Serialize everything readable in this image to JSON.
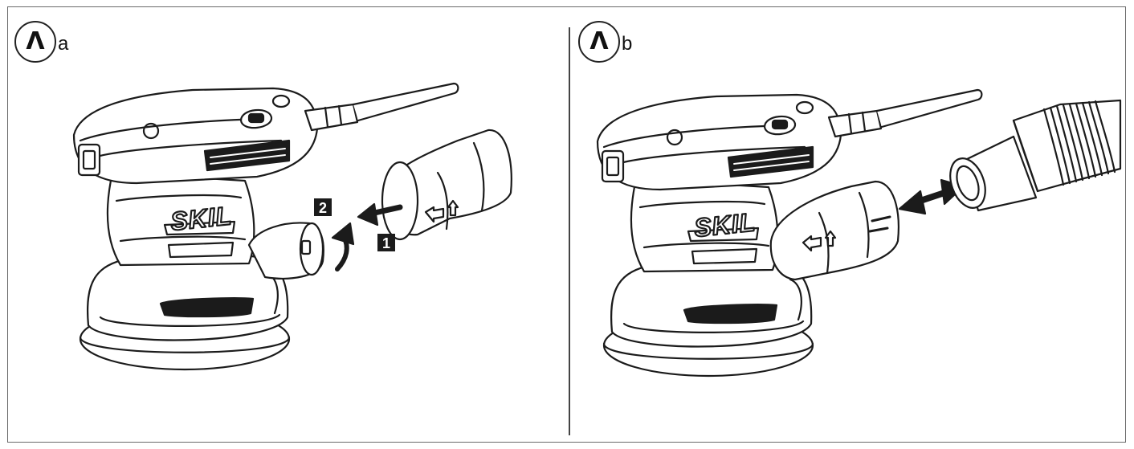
{
  "panels": [
    {
      "id": "a",
      "badge_symbol": "Λ",
      "badge_suffix": "a",
      "brand": "SKIL",
      "steps": [
        "1",
        "2"
      ]
    },
    {
      "id": "b",
      "badge_symbol": "Λ",
      "badge_suffix": "b",
      "brand": "SKIL"
    }
  ],
  "colors": {
    "line": "#1b1b1b",
    "frame": "#6a6a6a",
    "shade": "#e9e9e9",
    "fill": "#ffffff"
  }
}
